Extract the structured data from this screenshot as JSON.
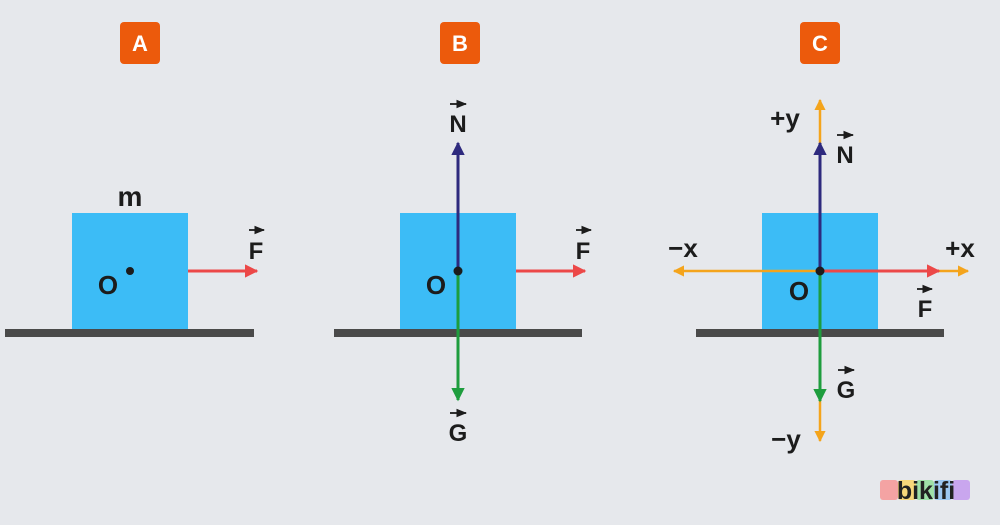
{
  "colors": {
    "background": "#e6e8ec",
    "badge": "#ec5a0c",
    "block": "#3cbcf6",
    "ground": "#4a4a4a",
    "force_F": "#ec4848",
    "force_N": "#2e2a7e",
    "force_G": "#1e9d3e",
    "axes": "#f4a41c",
    "text": "#1c1c1c"
  },
  "panels": [
    {
      "badge": "A",
      "mass_label": "m",
      "origin_label": "O",
      "force_F": "F"
    },
    {
      "badge": "B",
      "origin_label": "O",
      "force_F": "F",
      "force_N": "N",
      "force_G": "G"
    },
    {
      "badge": "C",
      "origin_label": "O",
      "force_F": "F",
      "force_N": "N",
      "force_G": "G",
      "axis_plus_x": "+x",
      "axis_minus_x": "−x",
      "axis_plus_y": "+y",
      "axis_minus_y": "−y"
    }
  ],
  "logo": {
    "text": "bikifi",
    "stripe_colors": [
      "#f4a3a3",
      "#f7d77a",
      "#9fe0a8",
      "#9cc8f2",
      "#c9a6ee"
    ]
  }
}
